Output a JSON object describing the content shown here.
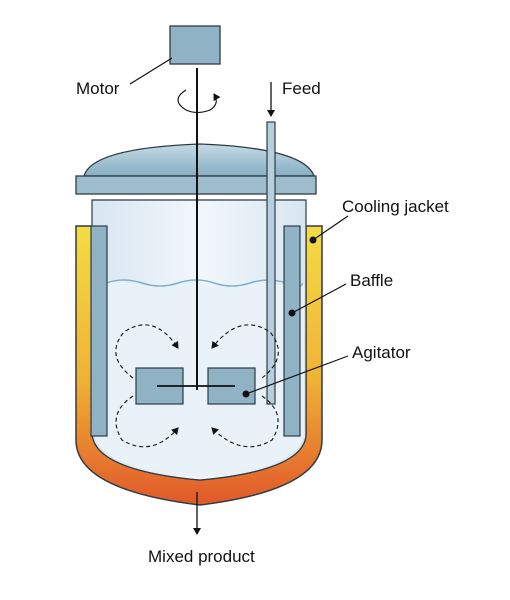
{
  "labels": {
    "motor": "Motor",
    "feed": "Feed",
    "cooling_jacket": "Cooling jacket",
    "baffle": "Baffle",
    "agitator": "Agitator",
    "mixed_product": "Mixed product"
  },
  "colors": {
    "steel": "#8fb3c5",
    "steel_dark": "#2f3b44",
    "liquid": "#e8f0f8",
    "surface": "#7fb0cc",
    "jacket_top": "#f2d640",
    "jacket_bottom": "#e2622a"
  }
}
